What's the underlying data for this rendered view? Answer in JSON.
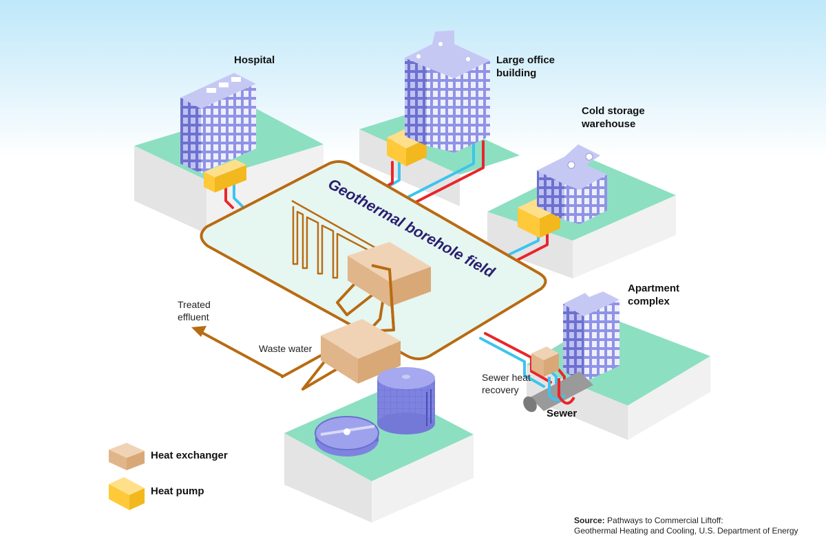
{
  "buildings": {
    "hospital": "Hospital",
    "office_line1": "Large office",
    "office_line2": "building",
    "cold_line1": "Cold storage",
    "cold_line2": "warehouse",
    "apartment_line1": "Apartment",
    "apartment_line2": "complex"
  },
  "field": {
    "title": "Geothermal borehole field"
  },
  "flows": {
    "treated_line1": "Treated",
    "treated_line2": "effluent",
    "waste_water": "Waste water",
    "sewer_heat_line1": "Sewer heat",
    "sewer_heat_line2": "recovery",
    "sewer": "Sewer"
  },
  "legend": {
    "heat_exchanger": "Heat exchanger",
    "heat_pump": "Heat pump"
  },
  "source": {
    "label": "Source:",
    "line1": "Pathways to Commercial Liftoff:",
    "line2": "Geothermal Heating and Cooling, U.S. Department of Energy"
  },
  "colors": {
    "pipe_hot": "#e8262a",
    "pipe_cold": "#3cc4ee",
    "loop": "#b86b12",
    "field_fill": "#e6f6f1",
    "ground_top": "#8ddfc2",
    "heat_pump": "#ffc93a",
    "heat_exchanger": "#e0b58a",
    "building": "#8f93e6"
  }
}
